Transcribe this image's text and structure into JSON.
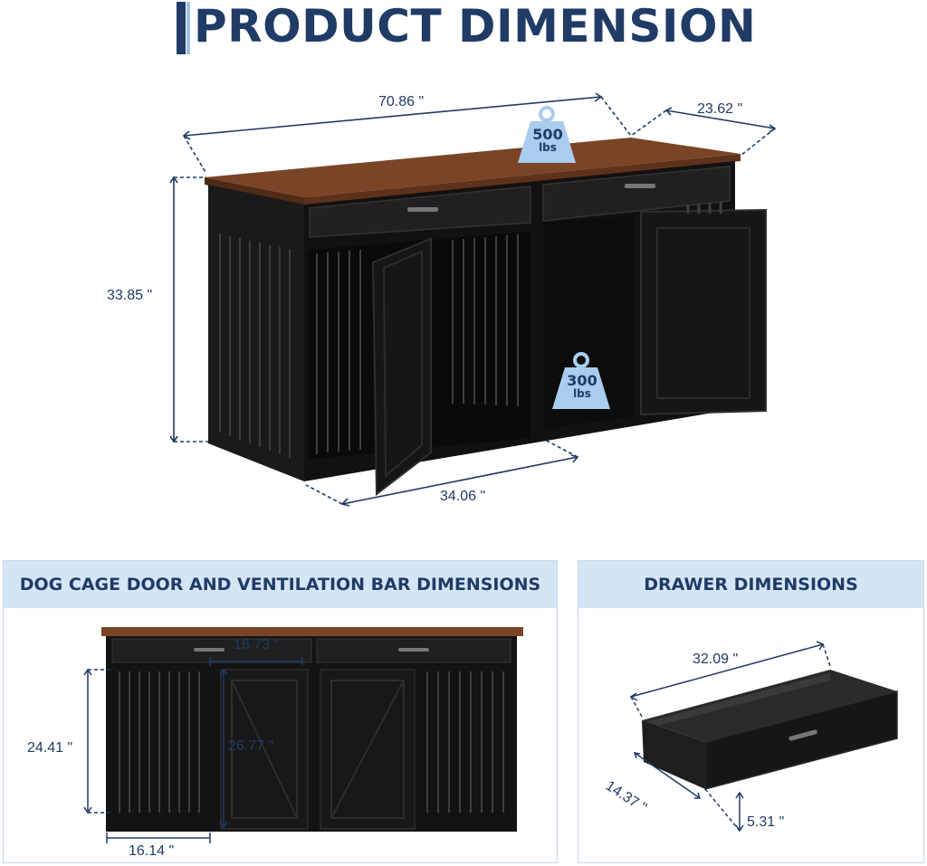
{
  "header": {
    "title": "PRODUCT DIMENSION"
  },
  "main_view": {
    "width": "70.86 \"",
    "depth": "23.62 \"",
    "height": "33.85 \"",
    "bottom_length": "34.06 \"",
    "top_load": {
      "value": "500",
      "unit": "lbs"
    },
    "inner_load": {
      "value": "300",
      "unit": "lbs"
    }
  },
  "cage_panel": {
    "title": "DOG CAGE DOOR AND VENTILATION BAR DIMENSIONS",
    "door_width": "16.73 \"",
    "door_height": "26.77 \"",
    "bar_height": "24.41 \"",
    "bottom_width": "16.14 \""
  },
  "drawer_panel": {
    "title": "DRAWER DIMENSIONS",
    "length": "32.09 \"",
    "depth": "14.37 \"",
    "height": "5.31 \""
  },
  "colors": {
    "navy": "#1f3b66",
    "light_blue": "#d4e6f6",
    "weight_badge": "#a8cdee",
    "wood": "#7a4526",
    "cabinet": "#141414"
  }
}
